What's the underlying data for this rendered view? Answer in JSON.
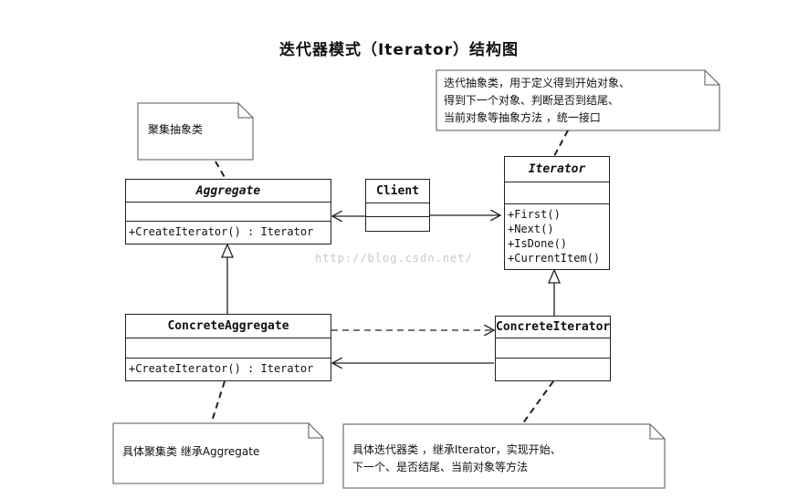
{
  "title": "迭代器模式（Iterator）结构图",
  "watermark": "http://blog.csdn.net/",
  "classes": {
    "aggregate": {
      "name": "Aggregate",
      "operations": [
        "+CreateIterator() : Iterator"
      ]
    },
    "client": {
      "name": "Client"
    },
    "iterator": {
      "name": "Iterator",
      "operations": [
        "+First()",
        "+Next()",
        "+IsDone()",
        "+CurrentItem()"
      ]
    },
    "concrete_aggregate": {
      "name": "ConcreteAggregate",
      "operations": [
        "+CreateIterator() : Iterator"
      ]
    },
    "concrete_iterator": {
      "name": "ConcreteIterator"
    }
  },
  "notes": {
    "aggregate": [
      "聚集抽象类"
    ],
    "iterator": [
      "迭代抽象类，用于定义得到开始对象、",
      "得到下一个对象、判断是否到结尾、",
      "当前对象等抽象方法 ，统一接口"
    ],
    "concrete_aggregate": [
      "具体聚集类 继承Aggregate"
    ],
    "concrete_iterator": [
      "具体迭代器类 ，继承Iterator，实现开始、",
      "下一个、是否结尾、当前对象等方法"
    ]
  }
}
